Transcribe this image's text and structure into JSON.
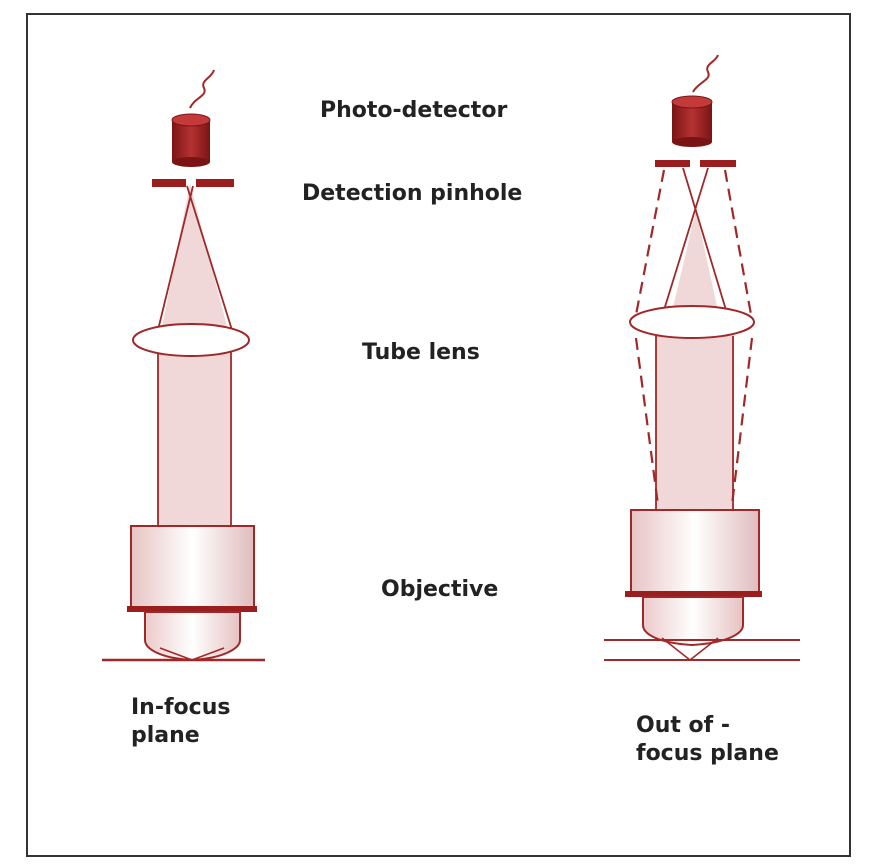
{
  "labels": {
    "photo_detector": "Photo-detector",
    "detection_pinhole": "Detection pinhole",
    "tube_lens": "Tube lens",
    "objective": "Objective",
    "in_focus_line1": "In-focus",
    "in_focus_line2": "plane",
    "out_focus_line1": "Out of -",
    "out_focus_line2": "focus plane"
  },
  "colors": {
    "primary": "#a02828",
    "detector": "#9a1e1e",
    "beam_fill": "#f0d8d8",
    "frame": "#333333",
    "text": "#222222"
  }
}
